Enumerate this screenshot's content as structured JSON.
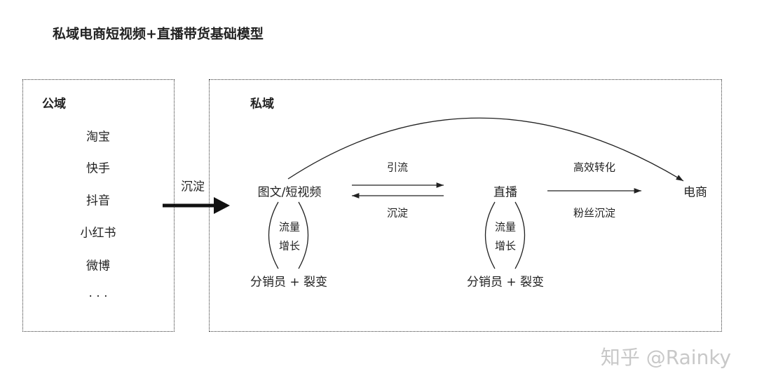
{
  "title": "私域电商短视频+直播带货基础模型",
  "public_domain": {
    "label": "公域",
    "platforms": [
      "淘宝",
      "快手",
      "抖音",
      "小红书",
      "微博",
      "· · ·"
    ]
  },
  "transfer_label": "沉淀",
  "private_domain": {
    "label": "私域",
    "nodes": {
      "content": "图文/短视频",
      "live": "直播",
      "ecommerce": "电商"
    },
    "edges": {
      "forward": "引流",
      "backward": "沉淀",
      "convert": "高效转化",
      "fans": "粉丝沉淀"
    },
    "loop": {
      "line1": "流量",
      "line2": "增长",
      "bottom": "分销员 + 裂变"
    }
  },
  "watermark": "知乎 @Rainky"
}
